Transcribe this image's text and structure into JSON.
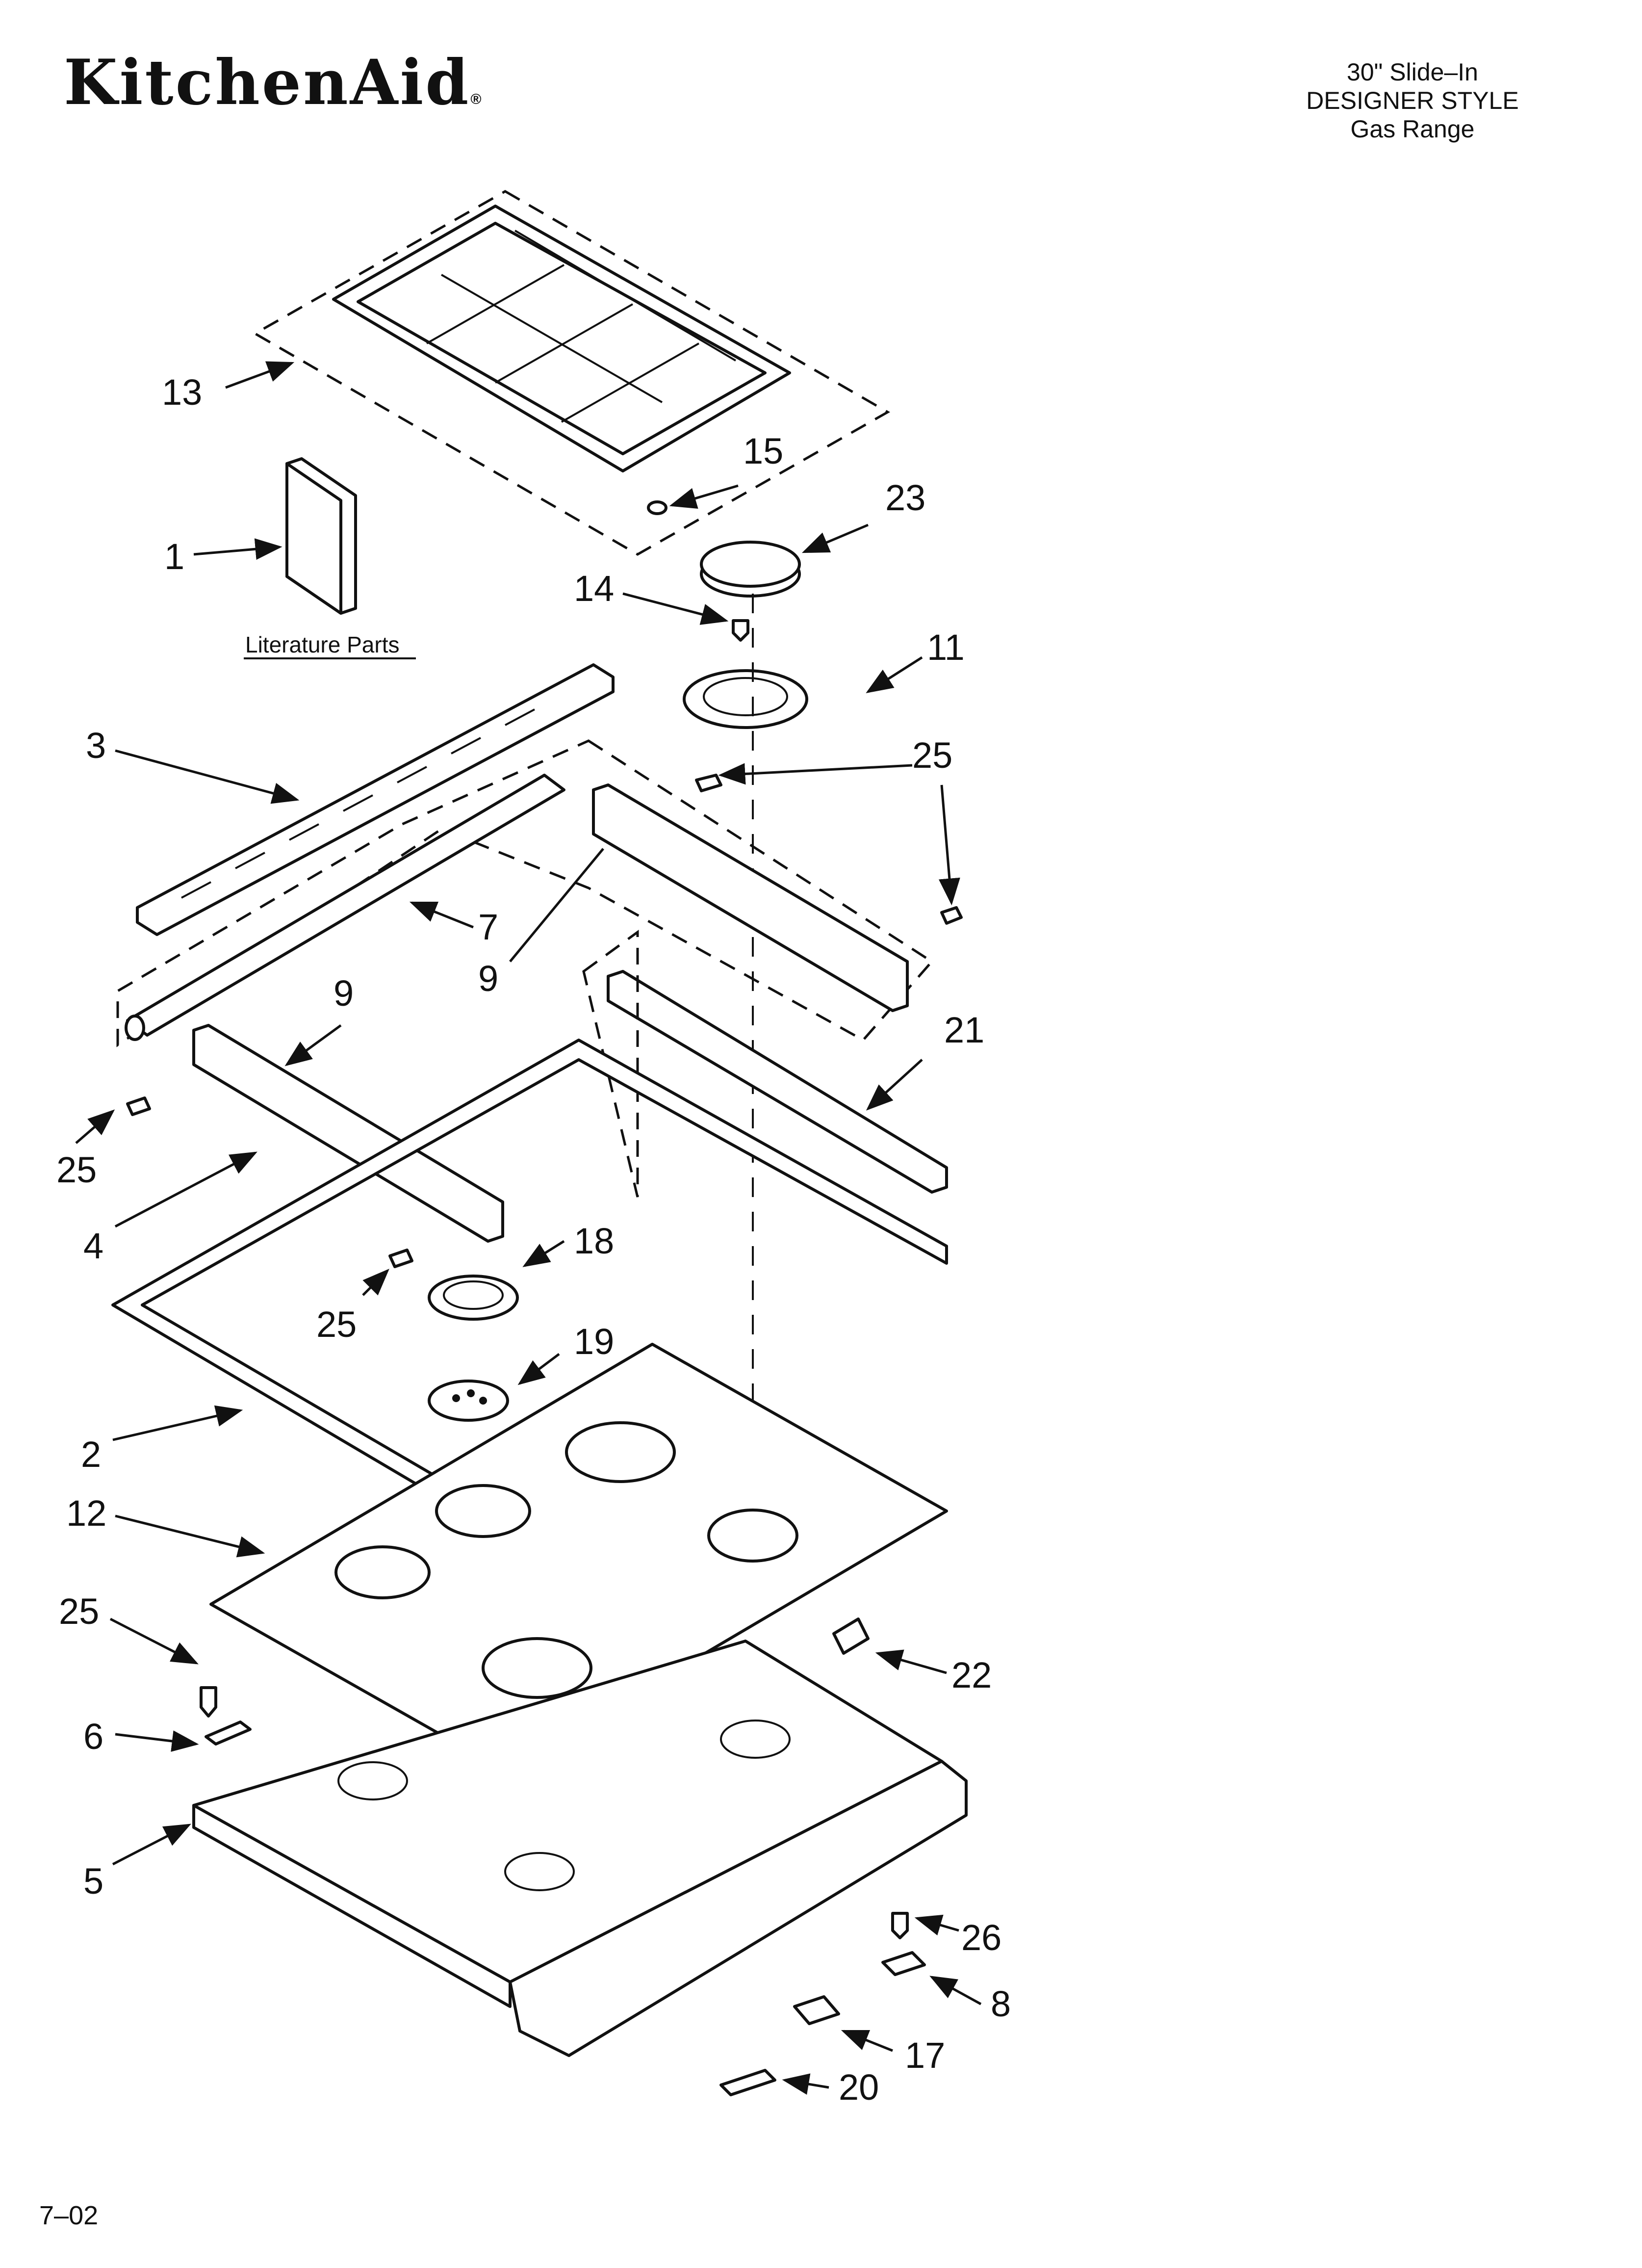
{
  "header": {
    "brand": "KitchenAid",
    "brand_mark": "®",
    "model_lines": [
      "30\" Slide–In",
      "DESIGNER STYLE",
      "Gas Range"
    ]
  },
  "footer": {
    "code": "7–02"
  },
  "literature_label": "Literature Parts",
  "callouts": [
    {
      "id": "13",
      "text": "13"
    },
    {
      "id": "15",
      "text": "15"
    },
    {
      "id": "23",
      "text": "23"
    },
    {
      "id": "1",
      "text": "1"
    },
    {
      "id": "14",
      "text": "14"
    },
    {
      "id": "11",
      "text": "11"
    },
    {
      "id": "3",
      "text": "3"
    },
    {
      "id": "25a",
      "text": "25"
    },
    {
      "id": "7",
      "text": "7"
    },
    {
      "id": "9a",
      "text": "9"
    },
    {
      "id": "9b",
      "text": "9"
    },
    {
      "id": "21",
      "text": "21"
    },
    {
      "id": "25b",
      "text": "25"
    },
    {
      "id": "4",
      "text": "4"
    },
    {
      "id": "18",
      "text": "18"
    },
    {
      "id": "25c",
      "text": "25"
    },
    {
      "id": "19",
      "text": "19"
    },
    {
      "id": "2",
      "text": "2"
    },
    {
      "id": "12",
      "text": "12"
    },
    {
      "id": "25d",
      "text": "25"
    },
    {
      "id": "22",
      "text": "22"
    },
    {
      "id": "6",
      "text": "6"
    },
    {
      "id": "5",
      "text": "5"
    },
    {
      "id": "26",
      "text": "26"
    },
    {
      "id": "8",
      "text": "8"
    },
    {
      "id": "17",
      "text": "17"
    },
    {
      "id": "20",
      "text": "20"
    }
  ]
}
